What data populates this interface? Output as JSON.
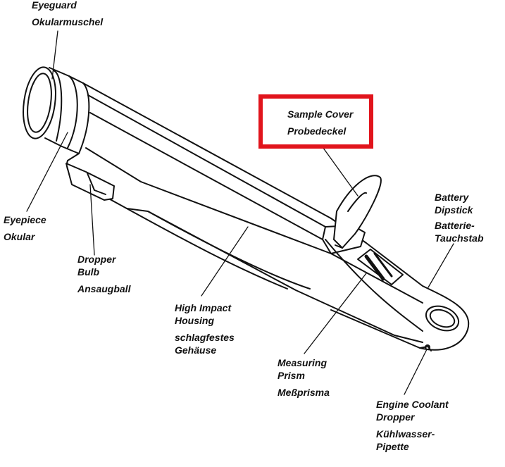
{
  "labels": {
    "eyeguard": {
      "en": "Eyeguard",
      "de": "Okularmuschel"
    },
    "eyepiece": {
      "en": "Eyepiece",
      "de": "Okular"
    },
    "dropper_bulb": {
      "en_1": "Dropper",
      "en_2": "Bulb",
      "de": "Ansaugball"
    },
    "housing": {
      "en_1": "High Impact",
      "en_2": "Housing",
      "de_1": "schlagfestes",
      "de_2": "Gehäuse"
    },
    "sample_cover": {
      "en": "Sample Cover",
      "de": "Probedeckel"
    },
    "battery_dipstick": {
      "en_1": "Battery",
      "en_2": "Dipstick",
      "de_1": "Batterie-",
      "de_2": "Tauchstab"
    },
    "measuring_prism": {
      "en_1": "Measuring",
      "en_2": "Prism",
      "de": "Meßprisma"
    },
    "coolant_dropper": {
      "en_1": "Engine Coolant",
      "en_2": "Dropper",
      "de_1": "Kühlwasser-",
      "de_2": "Pipette"
    }
  },
  "colors": {
    "line": "#111111",
    "highlight": "#e1141c",
    "background": "#ffffff"
  }
}
